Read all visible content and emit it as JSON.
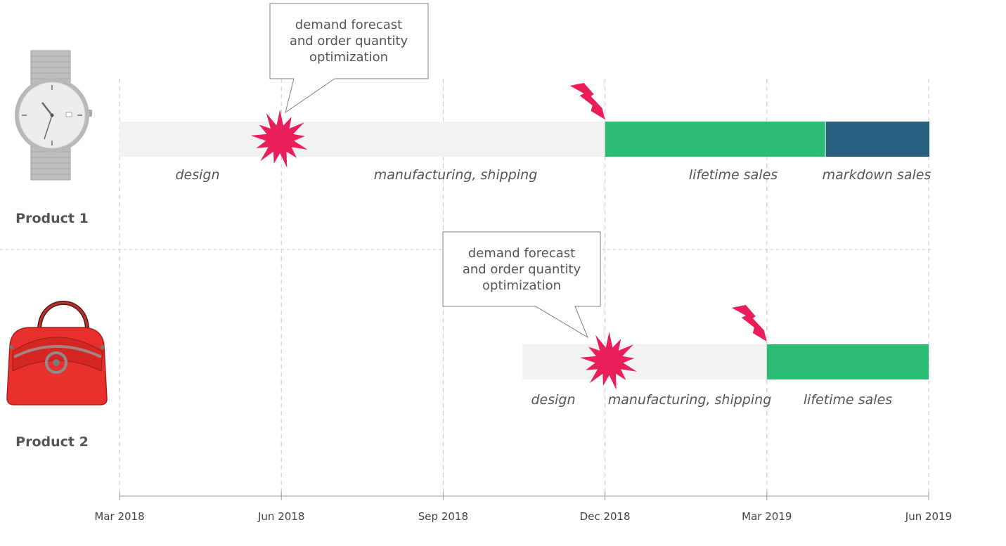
{
  "colors": {
    "design": "#f2f2f2",
    "sales": "#2bbd74",
    "markdown": "#27607e",
    "burst": "#e91e5a",
    "grid": "#c8c8c8",
    "text": "#555555",
    "strap": "#b5b5b5",
    "bag": "#e8302c"
  },
  "icons": {
    "watch": "wristwatch-icon",
    "bag": "handbag-icon",
    "burst": "starburst-icon",
    "lightning": "lightning-icon"
  },
  "axis": {
    "ticks": [
      "Mar 2018",
      "Jun 2018",
      "Sep 2018",
      "Dec 2018",
      "Mar 2019",
      "Jun 2019"
    ]
  },
  "products": [
    {
      "label": "Product 1",
      "callout": [
        "demand forecast",
        "and order quantity",
        "optimization"
      ],
      "phase_labels": {
        "design": "design",
        "manufacturing": "manufacturing, shipping",
        "sales": "lifetime sales",
        "markdown": "markdown sales"
      },
      "timeline": {
        "design_start": 0,
        "decision": 1,
        "sales_start": 3,
        "markdown_start": 4.36,
        "end": 5
      }
    },
    {
      "label": "Product 2",
      "callout": [
        "demand forecast",
        "and order quantity",
        "optimization"
      ],
      "phase_labels": {
        "design": "design",
        "manufacturing": "manufacturing, shipping",
        "sales": "lifetime sales"
      },
      "timeline": {
        "design_start": 2.49,
        "decision": 3,
        "sales_start": 4,
        "end": 5
      }
    }
  ]
}
